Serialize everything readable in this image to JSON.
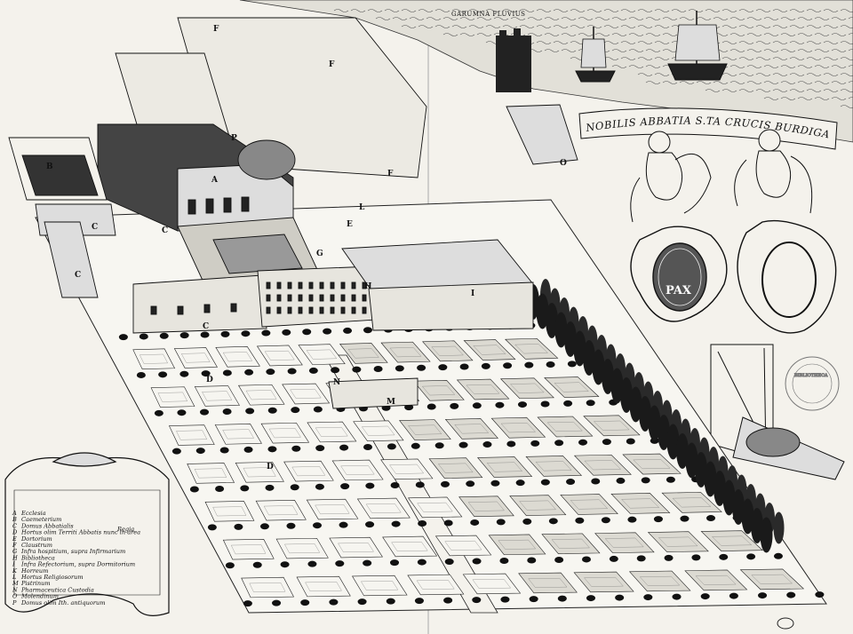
{
  "title_banner": "NOBILIS ABBATIA S.TA CRUCIS BURDIGALENSIS",
  "sea_label": "GARUMNA FLUVIUS",
  "arms_motto": "PAX",
  "stamp_text": "BIBLIOTHECA",
  "legend": {
    "keys": [
      "A",
      "B",
      "C",
      "D",
      "E",
      "F",
      "G",
      "H",
      "I",
      "K",
      "L",
      "M",
      "N",
      "O",
      "P"
    ],
    "entries": [
      "Ecclesia",
      "Caemeterium",
      "Domus Abbatialis",
      "Hortus olim Territi Abbatis nunc in area",
      "Dortorium",
      "Claustrum",
      "Infra hospitium, supra Infirmarium",
      "Bibliotheca",
      "Infra Refectorium, supra Dormitorium",
      "Horreum",
      "Hortus Religiosorum",
      "Pistrinum",
      "Pharmaceutica Custodia",
      "Molendinum",
      "Domus olim Ith. antiquorum"
    ],
    "side_note": "Regia"
  },
  "plan_letters": [
    "A",
    "B",
    "C",
    "C",
    "C",
    "C",
    "D",
    "D",
    "E",
    "F",
    "F",
    "F",
    "G",
    "H",
    "I",
    "L",
    "M",
    "N",
    "O",
    "P"
  ],
  "colors": {
    "ink": "#111111",
    "paper": "#f4f2ec",
    "sea": "#e2e0d8"
  }
}
